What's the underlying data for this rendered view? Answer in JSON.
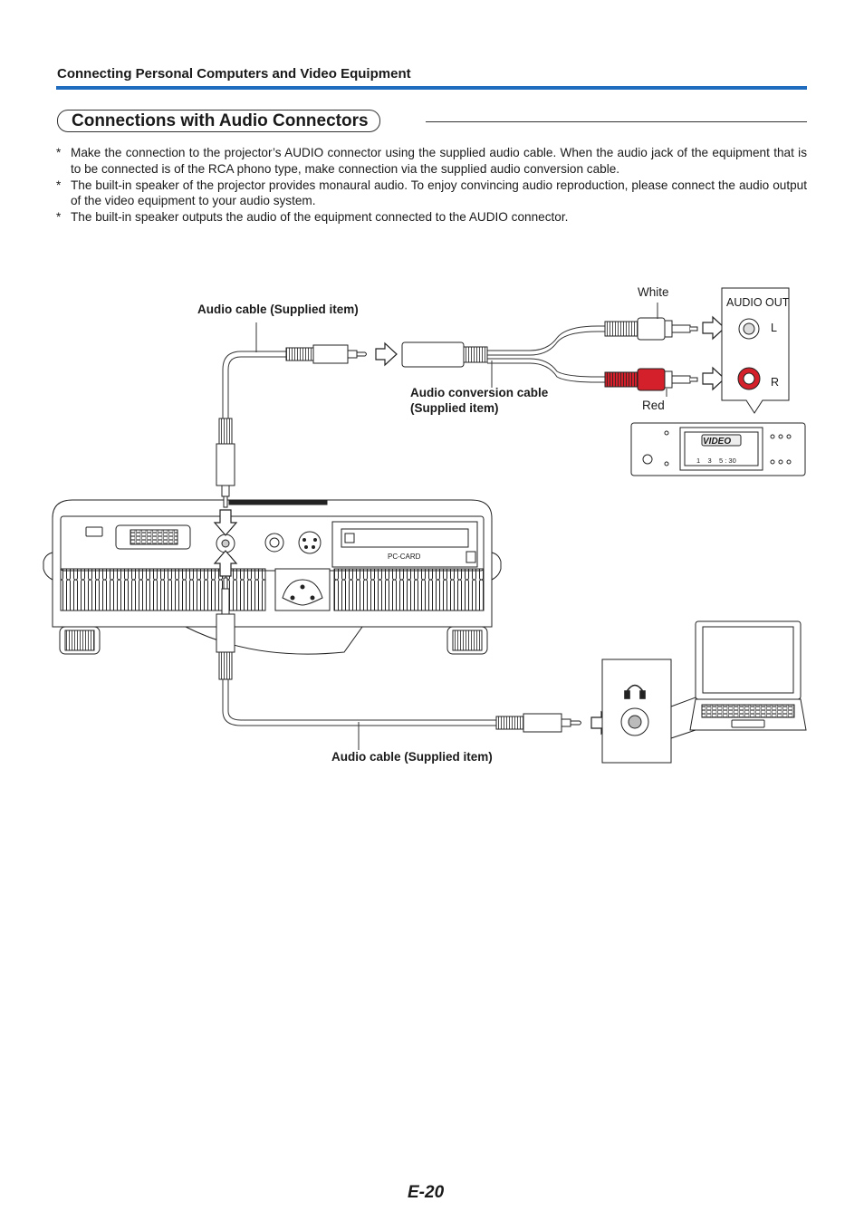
{
  "header": {
    "section_title": "Connecting Personal Computers and Video Equipment",
    "colors": {
      "rule": "#1f6bbd",
      "red_plug": "#d3202a"
    }
  },
  "title": "Connections with Audio Connectors",
  "notes": [
    {
      "marker": "*",
      "text": "Make the connection to the projector’s AUDIO connector using the supplied audio cable. When the audio jack of the equipment that is to be connected is of the RCA phono type, make connection via the supplied audio conversion cable."
    },
    {
      "marker": "*",
      "text": "The built-in speaker of the projector provides monaural audio. To enjoy convincing audio reproduction, please connect the audio output of the video equipment to your audio system."
    },
    {
      "marker": "*",
      "text": "The built-in speaker outputs the audio of the equipment connected to the AUDIO connector."
    }
  ],
  "diagram": {
    "audio_cable_top_label": "Audio cable (Supplied item)",
    "conversion_cable_label_line1": "Audio conversion cable",
    "conversion_cable_label_line2": "(Supplied item)",
    "white_label": "White",
    "red_label": "Red",
    "audio_out_label": "AUDIO OUT",
    "left_channel": "L",
    "right_channel": "R",
    "vcr_display_text": "VIDEO",
    "vcr_display_numbers": "1    3    5 : 30",
    "pc_card_label": "PC-CARD",
    "audio_cable_bottom_label": "Audio cable (Supplied item)",
    "icons": [
      "headphone-icon",
      "laptop-icon",
      "projector",
      "vcr",
      "rca-plug",
      "mini-plug",
      "arrow-icon"
    ]
  },
  "footer": {
    "page_number": "E-20"
  }
}
